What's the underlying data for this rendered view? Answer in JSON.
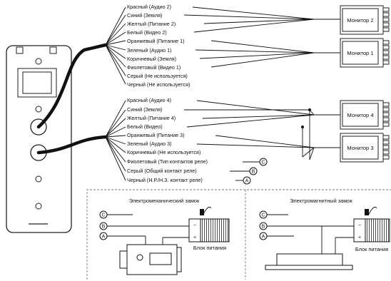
{
  "panel_wires_upper": [
    "Красный (Аудио 2)",
    "Синий (Земля)",
    "Желтый (Питание 2)",
    "Белый (Видео 2)",
    "Оранжевый (Питание 1)",
    "Зеленый (Аудио 1)",
    "Коричневый (Земля)",
    "Фиолетовый (Видео 1)",
    "Серый (Не используется)",
    "Черный (Не используется)"
  ],
  "panel_wires_lower": [
    "Красный (Аудио 4)",
    "Синий (Земля)",
    "Желтый (Питание 4)",
    "Белый (Видео)",
    "Оранжевый (Питание 3)",
    "Зеленый (Аудио 3)",
    "Коричневый (Не используется)",
    "Фиолетовый (Тип контактов реле)",
    "Серый (Общий контакт реле)",
    "Черный (Н.Р./Н.З. контакт реле)"
  ],
  "monitors": [
    "Монитор 2",
    "Монитор 1",
    "Монитор 4",
    "Монитор 3"
  ],
  "relay_markers": [
    "C",
    "B",
    "A"
  ],
  "lock_electromechanical": {
    "title": "Электромеханический замок",
    "power_label": "Блок питания",
    "minus": "−",
    "plus": "+"
  },
  "lock_electromagnetic": {
    "title": "Электромагнитный замок",
    "power_label": "Блок питания",
    "minus": "−",
    "plus": "+"
  }
}
